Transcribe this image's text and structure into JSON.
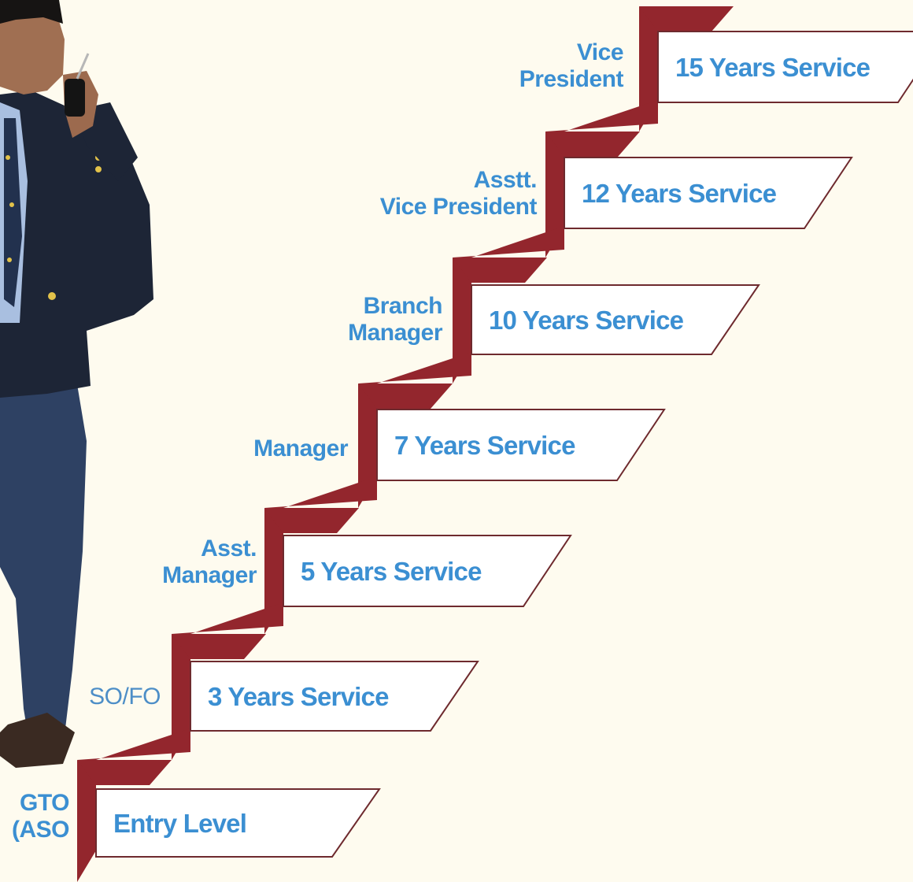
{
  "colors": {
    "background": "#fefbef",
    "stair": "#93262d",
    "text": "#3b8fd2",
    "box_fill": "#ffffff",
    "box_stroke": "#6e2a2e"
  },
  "figure": {
    "description_icon": "person-walking-photo"
  },
  "steps": [
    {
      "label": "Entry Level",
      "role_lines": [
        "GTO",
        "(ASO"
      ]
    },
    {
      "label": "3 Years Service",
      "role_lines": [
        "SO/FO"
      ]
    },
    {
      "label": "5 Years Service",
      "role_lines": [
        "Asst.",
        "Manager"
      ]
    },
    {
      "label": "7 Years Service",
      "role_lines": [
        "Manager"
      ]
    },
    {
      "label": "10 Years Service",
      "role_lines": [
        "Branch",
        "Manager"
      ]
    },
    {
      "label": "12 Years Service",
      "role_lines": [
        "Asstt.",
        "Vice President"
      ]
    },
    {
      "label": "15 Years Service",
      "role_lines": [
        "Vice",
        "President"
      ]
    }
  ]
}
